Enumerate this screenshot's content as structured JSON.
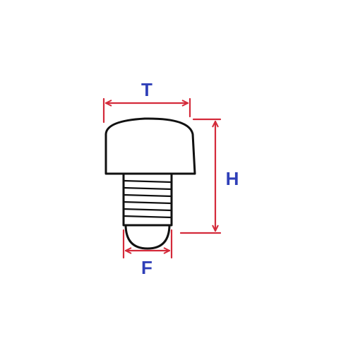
{
  "labels": {
    "top_width": "T",
    "height": "H",
    "thread_width": "F"
  },
  "colors": {
    "outline": "#111111",
    "dimension": "#d42a3a",
    "label": "#2f3fb8",
    "background": "#ffffff"
  }
}
